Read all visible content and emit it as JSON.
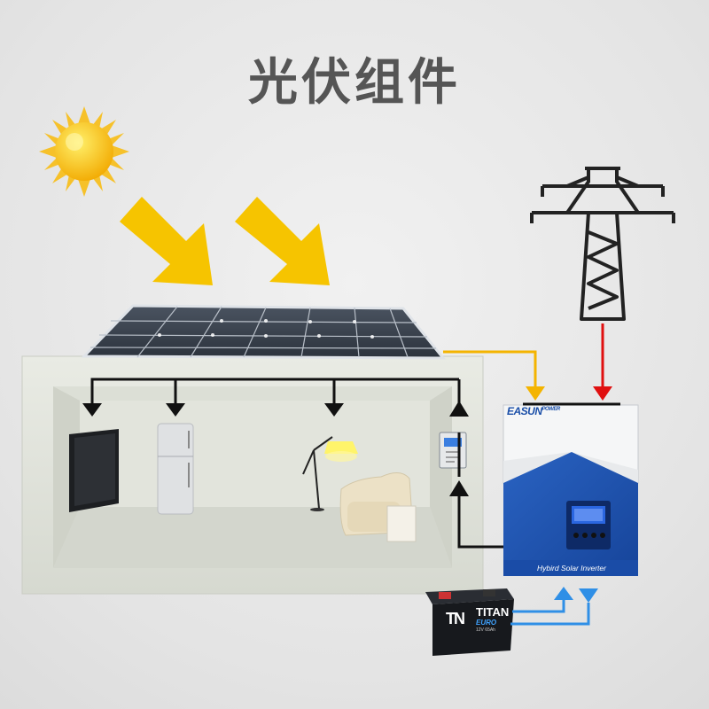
{
  "title": "光伏组件",
  "inverter": {
    "brand": "EASUN",
    "brand_sub": "POWER",
    "label": "Hybird Solar Inverter",
    "color": "#1e56b3"
  },
  "battery": {
    "logo": "TN",
    "brand": "TITAN",
    "sub": "EURO",
    "spec": "12V 65Ah"
  },
  "colors": {
    "pv_line": "#f4b400",
    "grid_line": "#e01010",
    "battery_line": "#2f8fe6",
    "ac_line": "#111111",
    "sun": "#f7c21a",
    "arrow": "#f6c400"
  },
  "icons": [
    "sun-icon",
    "solar-panel-icon",
    "pylon-icon",
    "tv-icon",
    "fridge-icon",
    "floor-lamp-icon",
    "sofa-icon",
    "meter-icon"
  ]
}
